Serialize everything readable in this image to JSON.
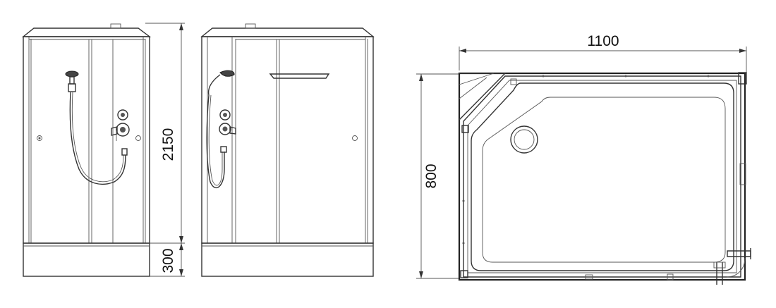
{
  "dimensions": {
    "total_height": "2150",
    "tray_height": "300",
    "width": "1100",
    "depth": "800"
  },
  "colors": {
    "line": "#333333",
    "fill": "#ffffff"
  }
}
